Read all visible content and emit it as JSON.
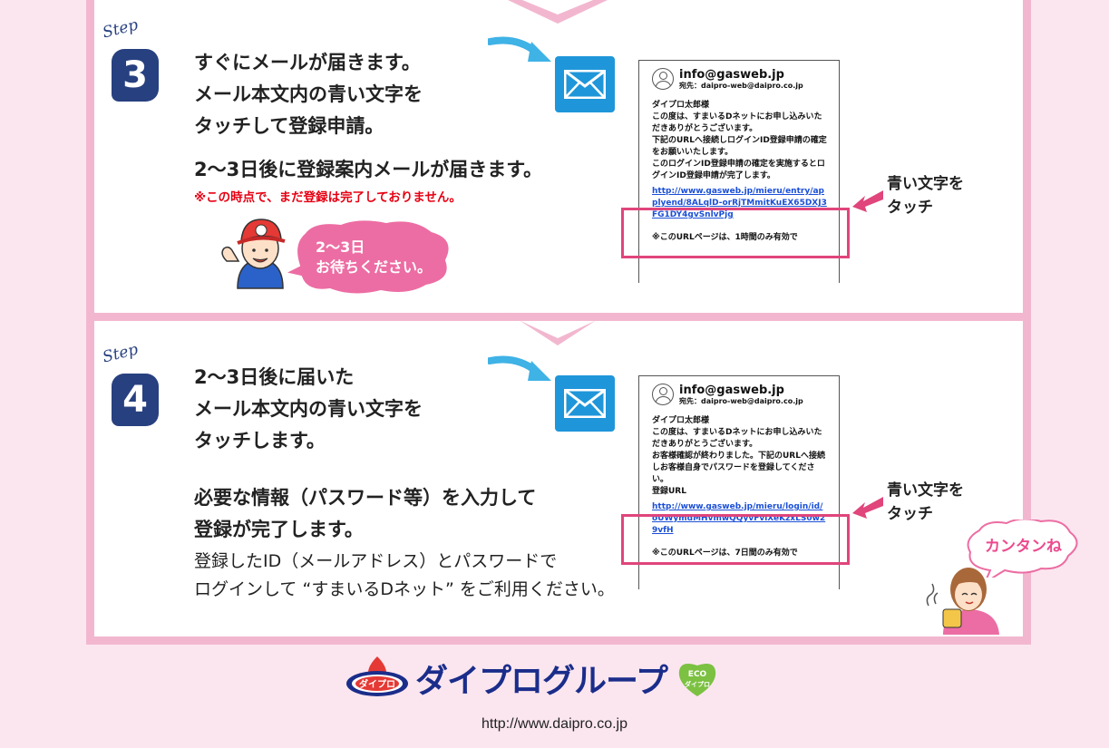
{
  "step3": {
    "step_word": "Step",
    "number": "3",
    "lines": [
      "すぐにメールが届きます。",
      "メール本文内の青い文字を",
      "タッチして登録申請。"
    ],
    "subtitle": "2〜3日後に登録案内メールが届きます。",
    "note": "※この時点で、まだ登録は完了しておりません。",
    "bubble": [
      "2〜3日",
      "お待ちください。"
    ],
    "mail": {
      "from": "info@gasweb.jp",
      "to": "宛先：daipro-web@daipro.co.jp",
      "body": "ダイプロ太郎様\nこの度は、すまいるDネットにお申し込みいただきありがとうございます。\n下記のURLへ接続しログインID登録申請の確定をお願いいたします。\nこのログインID登録申請の確定を実施するとログインID登録申請が完了します。",
      "link": "http://www.gasweb.jp/mieru/entry/applyend/8ALqlD-orRjTMmitKuEX65DXJ3FG1DY4gvSnlvPjg",
      "footer": "※このURLページは、1時間のみ有効で"
    },
    "touch": [
      "青い文字を",
      "タッチ"
    ]
  },
  "step4": {
    "step_word": "Step",
    "number": "4",
    "lines": [
      "2〜3日後に届いた",
      "メール本文内の青い文字を",
      "タッチします。"
    ],
    "subtitle_lines": [
      "必要な情報（パスワード等）を入力して",
      "登録が完了します。"
    ],
    "plain_lines": [
      "登録したID（メールアドレス）とパスワードで",
      "ログインして “すまいるDネット” をご利用ください。"
    ],
    "bubble": "カンタンね",
    "mail": {
      "from": "info@gasweb.jp",
      "to": "宛先：daipro-web@daipro.co.jp",
      "body": "ダイプロ太郎様\nこの度は、すまいるDネットにお申し込みいただきありがとうございます。\nお客様確認が終わりました。下記のURLへ接続しお客様自身でパスワードを登録してください。\n登録URL",
      "link": "http://www.gasweb.jp/mieru/login/id/oUWymdMHvmwQQyvFvlXeKzxLS0w29vfH",
      "footer": "※このURLページは、7日間のみ有効で"
    },
    "touch": [
      "青い文字を",
      "タッチ"
    ]
  },
  "footer": {
    "logo_badge": "ダイプロ",
    "logo_name": "ダイプログループ",
    "eco_top": "ECO",
    "eco_bottom": "ダイプロ",
    "url": "http://www.daipro.co.jp"
  },
  "colors": {
    "background": "#fbe6ef",
    "frame": "#f2b7cf",
    "step_badge": "#27407f",
    "mail_icon": "#1f96d9",
    "link_blue": "#1a4fd6",
    "highlight": "#e0457b",
    "warning_red": "#e60012"
  }
}
